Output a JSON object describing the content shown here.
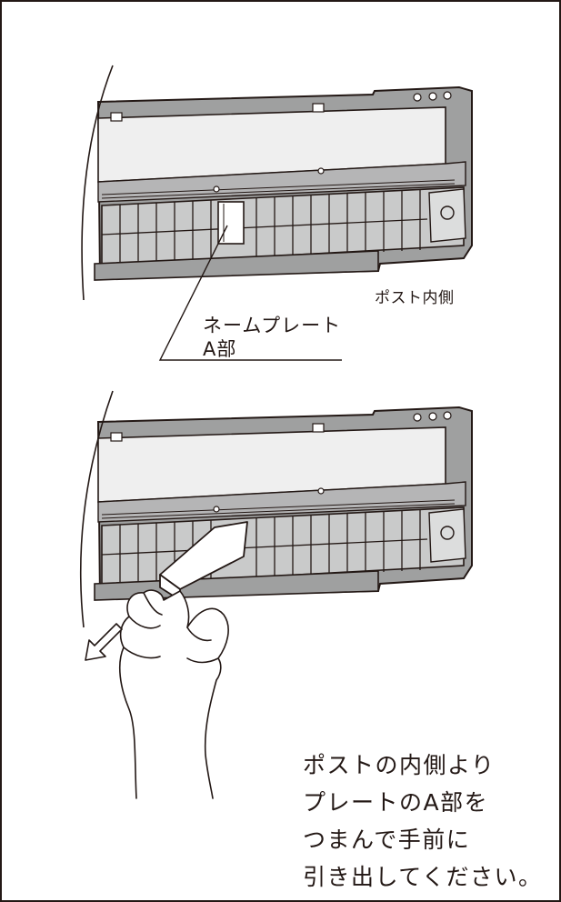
{
  "labels": {
    "post_inside": "ポスト内側",
    "nameplate_line1": "ネームプレート",
    "nameplate_line2": "A部"
  },
  "instructions": [
    "ポストの内側より",
    "プレートのA部を",
    "つまんで手前に",
    "引き出してください。"
  ],
  "colors": {
    "line": "#231815",
    "fill_gray": "#9fa0a0",
    "fill_light": "#efefef",
    "background": "#ffffff"
  }
}
